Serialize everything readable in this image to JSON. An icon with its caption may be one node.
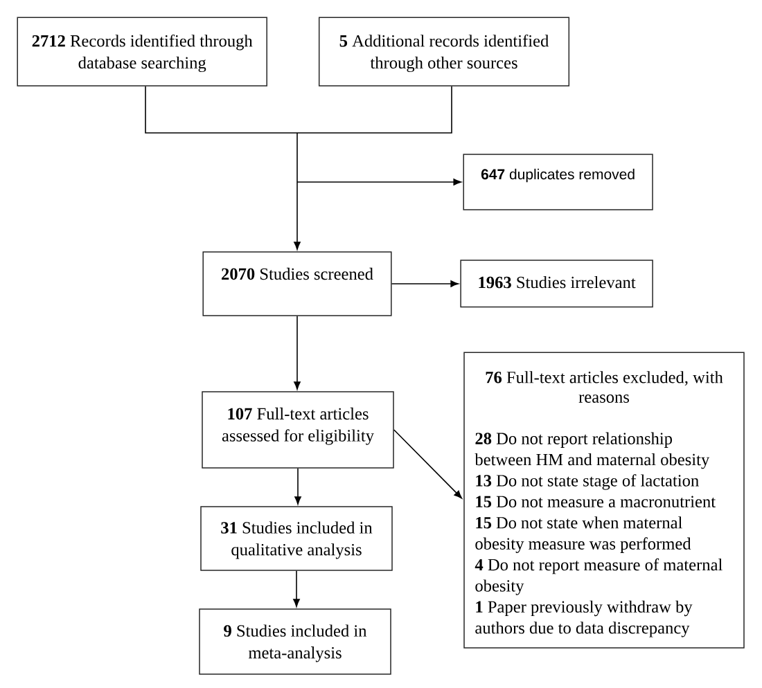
{
  "diagram": {
    "nodes": [
      {
        "text": [
          "**2712** Records identified through database searching"
        ]
      },
      {
        "text": [
          "**5** Additional records identified through other sources"
        ]
      },
      {
        "text": [
          "**647** duplicates removed"
        ]
      },
      {
        "text": [
          "**2070** Studies screened"
        ]
      },
      {
        "text": [
          "**1963** Studies irrelevant"
        ]
      },
      {
        "text": [
          "**107** Full-text articles assessed for eligibility"
        ]
      },
      {
        "text": [
          "**76** Full-text articles excluded, with reasons",
          "**28** Do not report relationship between HM and maternal obesity",
          "**13** Do not state stage of lactation",
          "**15** Do not measure a macronutrient",
          "**15** Do not state when maternal obesity measure was performed",
          "**4** Do not report measure of maternal obesity",
          "**1** Paper previously withdraw by authors due to data discrepancy"
        ]
      },
      {
        "text": [
          "**31** Studies included in qualitative analysis"
        ]
      },
      {
        "text": [
          "**9** Studies included in meta-analysis"
        ]
      }
    ],
    "edges": [
      {
        "from": 0,
        "to": 3,
        "arrow": "to"
      },
      {
        "from": 1,
        "to": 3,
        "arrow": "to"
      },
      {
        "from": 0,
        "to": 2,
        "arrow": "to"
      },
      {
        "from": 1,
        "to": 2,
        "arrow": "to"
      },
      {
        "from": 3,
        "to": 4,
        "arrow": "to"
      },
      {
        "from": 3,
        "to": 5,
        "arrow": "to"
      },
      {
        "from": 5,
        "to": 6,
        "arrow": "to"
      },
      {
        "from": 5,
        "to": 7,
        "arrow": "to"
      },
      {
        "from": 7,
        "to": 8,
        "arrow": "to"
      }
    ]
  }
}
